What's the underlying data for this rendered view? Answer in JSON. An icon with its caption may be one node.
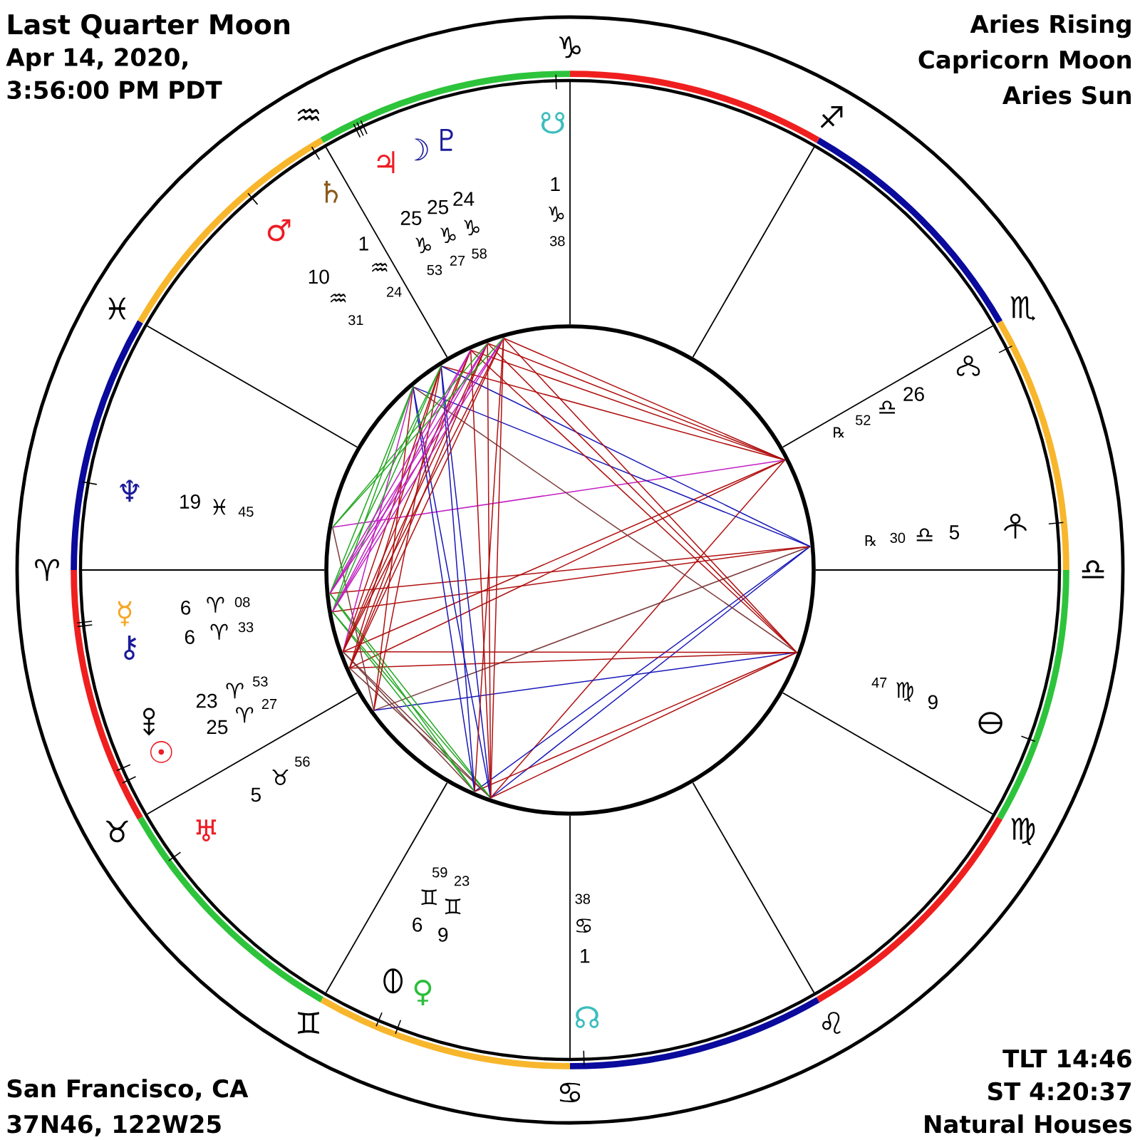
{
  "diagram": {
    "title": "Last Quarter Moon",
    "labels": [
      "Apr 14, 2020, 3:56:00 PM PDT",
      "Aries Rising",
      "Capricorn Moon",
      "Aries Sun",
      "♑",
      "♐",
      "♏",
      "♎",
      "♍",
      "♌",
      "♋",
      "♊",
      "♉",
      "♈",
      "♓",
      "♒",
      "☋",
      "1",
      "♑",
      "38",
      "26",
      "♎",
      "52",
      "℞",
      "5",
      "♎",
      "30",
      "℞",
      "9",
      "♍",
      "47",
      "☊",
      "1",
      "♋",
      "38",
      "♀",
      "9",
      "♊",
      "23",
      "6",
      "♊",
      "59",
      "♅",
      "5",
      "♉",
      "56",
      "☉",
      "25",
      "♈",
      "27",
      "23",
      "♈",
      "53",
      "⚷",
      "6",
      "♈",
      "33",
      "☿",
      "6",
      "♈",
      "08",
      "♆",
      "19",
      "♓",
      "45",
      "♂",
      "10",
      "♒",
      "31",
      "♄",
      "1",
      "♒",
      "24",
      "♃",
      "25",
      "♑",
      "53",
      "☽",
      "25",
      "♑",
      "27",
      "♇",
      "24",
      "♑",
      "58",
      "San Francisco, CA",
      "37N46, 122W25",
      "TLT 14:46",
      "ST 4:20:37",
      "Natural Houses"
    ]
  }
}
